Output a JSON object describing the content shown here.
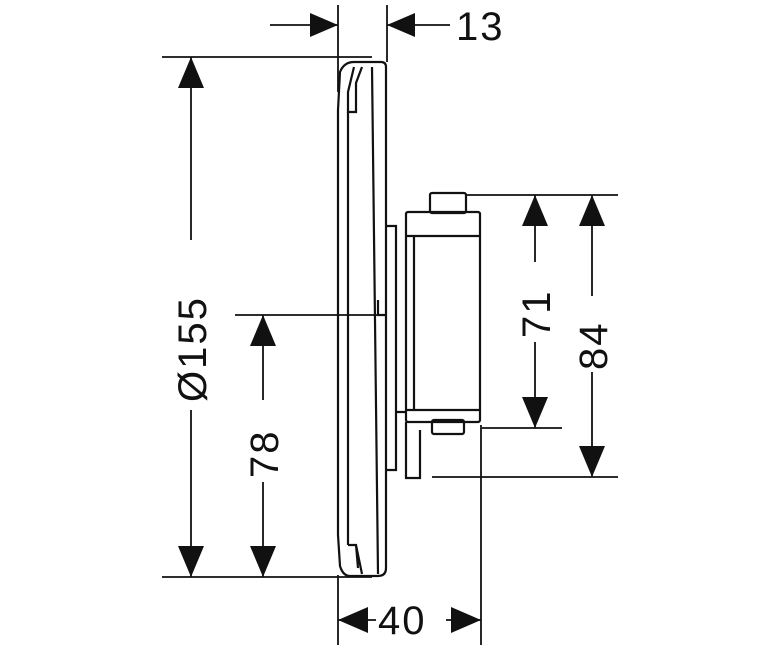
{
  "dimensions": {
    "depth_front": "13",
    "diameter": "Ø155",
    "height_lower": "78",
    "total_depth": "40",
    "body_height": "71",
    "housing_height": "84"
  },
  "colors": {
    "line": "#111111",
    "background": "#ffffff"
  }
}
